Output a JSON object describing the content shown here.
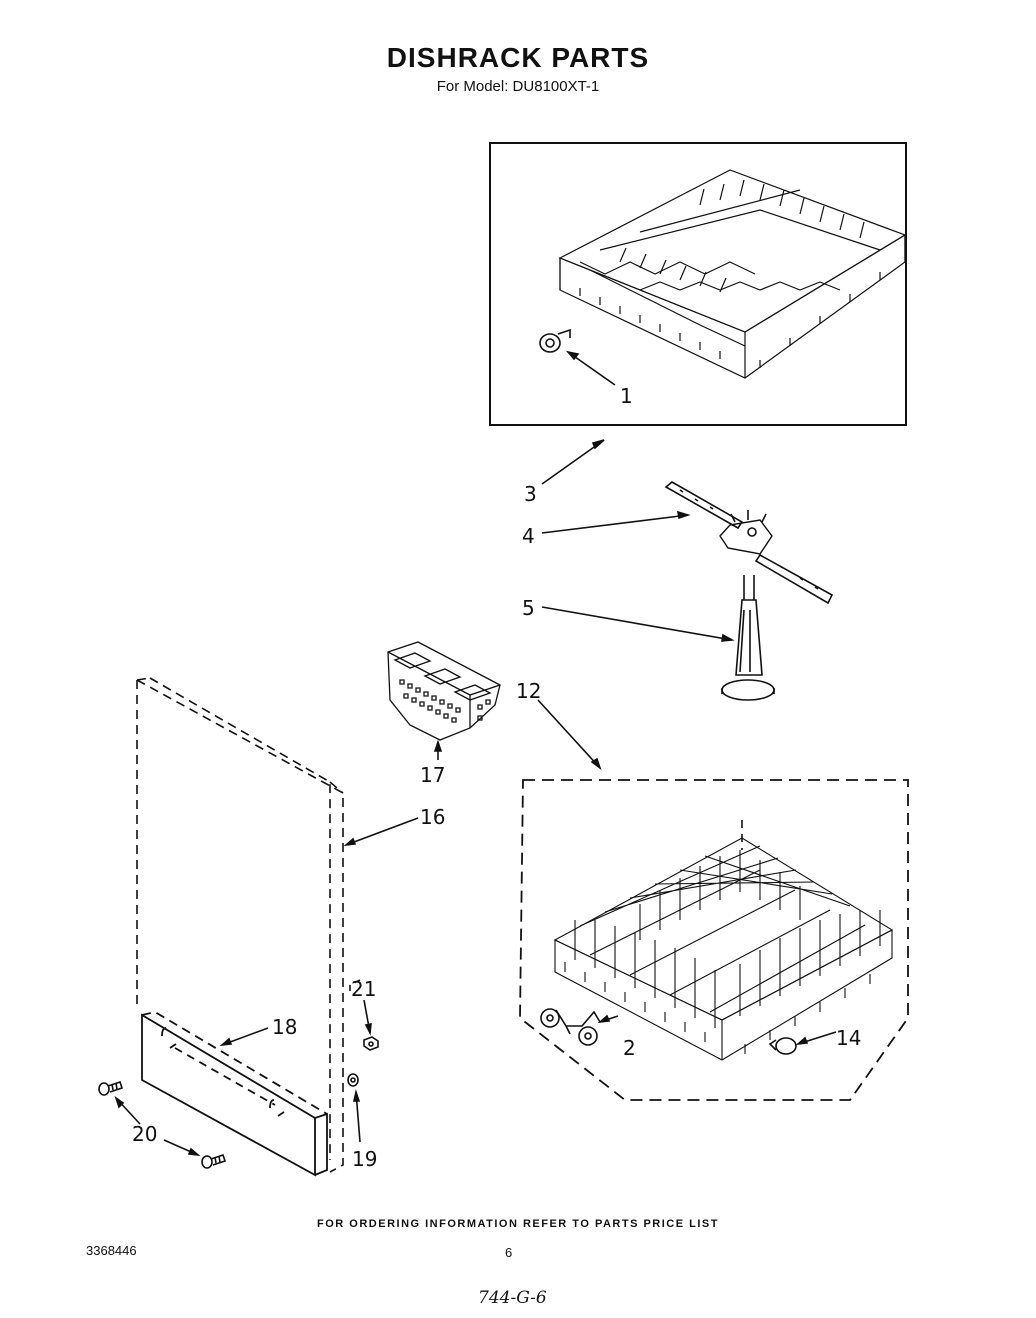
{
  "header": {
    "title": "DISHRACK PARTS",
    "subtitle": "For Model: DU8100XT-1"
  },
  "callouts": [
    "1",
    "3",
    "4",
    "5",
    "12",
    "17",
    "16",
    "21",
    "18",
    "2",
    "14",
    "20",
    "19"
  ],
  "footer": {
    "ordering_note": "FOR ORDERING INFORMATION REFER TO PARTS PRICE LIST",
    "document_number": "3368446",
    "page_number": "6",
    "handwritten_code": "744-G-6"
  }
}
